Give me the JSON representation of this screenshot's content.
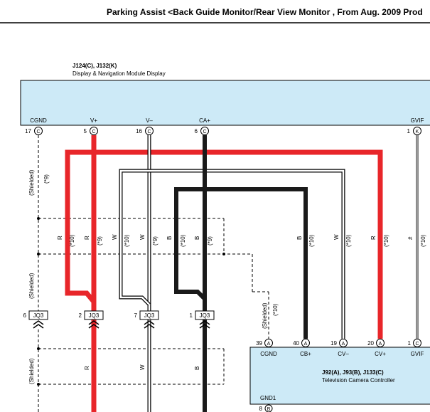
{
  "page": {
    "title": "Parking Assist <Back Guide Monitor/Rear View Monitor , From Aug. 2009 Prod"
  },
  "display": {
    "ref": "J124(C), J132(K)",
    "name": "Display & Navigation Module Display"
  },
  "controller": {
    "ref": "J92(A), J93(B), J133(C)",
    "name": "Television Camera Controller",
    "gnd_label": "GND1"
  },
  "display_pins": [
    {
      "pin": "17",
      "conn": "C",
      "label": "CGND"
    },
    {
      "pin": "5",
      "conn": "C",
      "label": "V+"
    },
    {
      "pin": "16",
      "conn": "C",
      "label": "V–"
    },
    {
      "pin": "6",
      "conn": "C",
      "label": "CA+"
    },
    {
      "pin": "1",
      "conn": "K",
      "label": "GVIF"
    }
  ],
  "controller_pins": [
    {
      "pin": "39",
      "conn": "A",
      "label": "CGND"
    },
    {
      "pin": "40",
      "conn": "A",
      "label": "CB+"
    },
    {
      "pin": "19",
      "conn": "A",
      "label": "CV–"
    },
    {
      "pin": "20",
      "conn": "A",
      "label": "CV+"
    },
    {
      "pin": "1",
      "conn": "C",
      "label": "GVIF"
    }
  ],
  "gnd_pin": {
    "pin": "8",
    "conn": "B"
  },
  "junction": {
    "name": "JQ3",
    "pins": [
      "6",
      "2",
      "7",
      "1"
    ]
  },
  "shield_label": "(Shielded)",
  "notes": {
    "n9": "(*9)",
    "n10": "(*10)"
  },
  "wire_colors": {
    "red": "R",
    "white": "W",
    "black": "B",
    "other": "#"
  },
  "colors": {
    "module_fill": "#cdeaf7",
    "red_wire": "#e8262a",
    "black_wire": "#1a1a1a",
    "white_wire": "#ffffff"
  }
}
